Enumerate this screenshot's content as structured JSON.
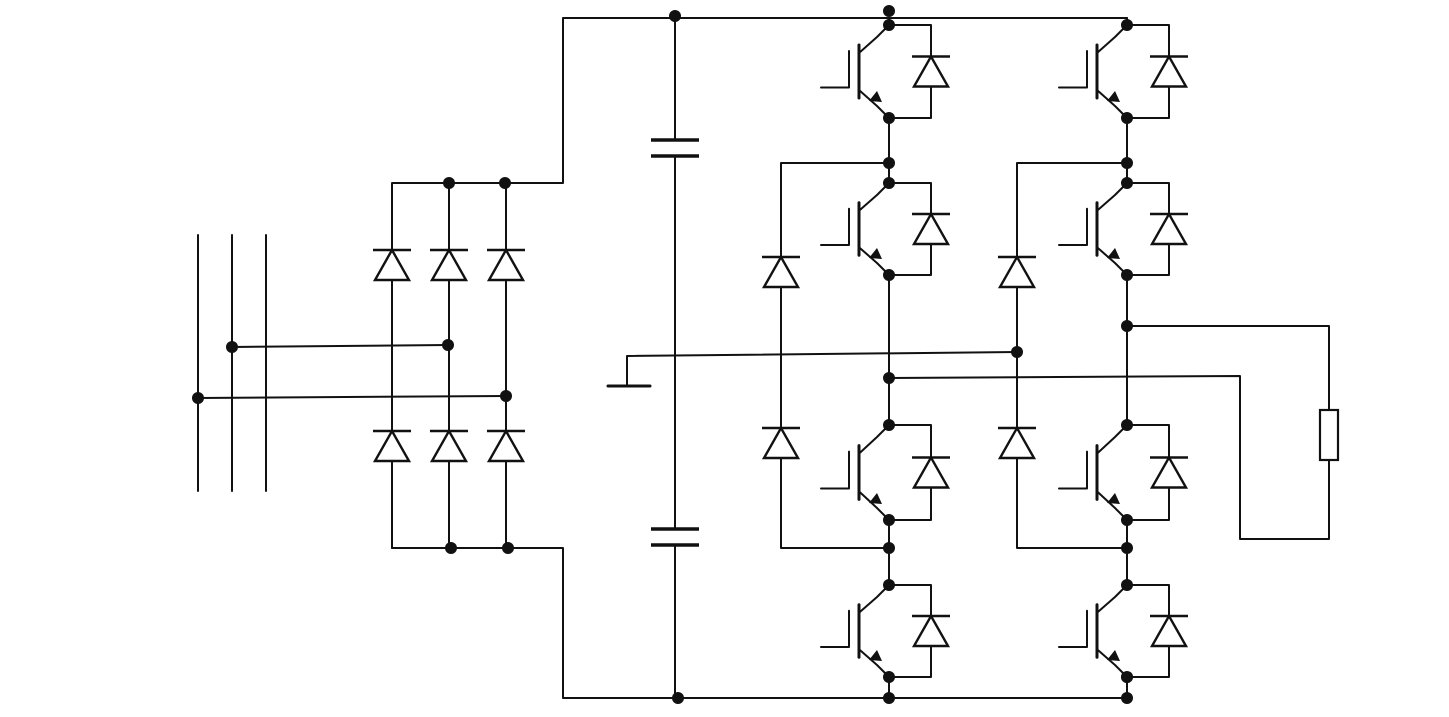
{
  "diagram": {
    "kind": "circuit-schematic",
    "line_color": "#111111",
    "background": "#ffffff",
    "components": {
      "input_lines": 3,
      "rectifier_diodes": 6,
      "dc_link_capacitors": 2,
      "clamp_diodes": 4,
      "igbts": 8,
      "igbt_antiparallel_diodes": 8,
      "load_resistors": 1,
      "neutral_terminal": 1
    }
  }
}
